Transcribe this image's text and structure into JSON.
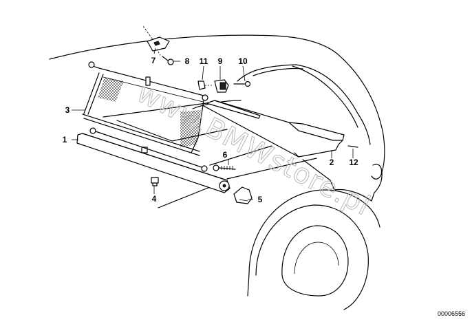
{
  "diagram": {
    "reference_number": "00006556",
    "watermark": "www.BMWstore.pl",
    "callouts": [
      {
        "id": "1",
        "label": "1"
      },
      {
        "id": "2",
        "label": "2"
      },
      {
        "id": "3",
        "label": "3"
      },
      {
        "id": "4",
        "label": "4"
      },
      {
        "id": "5",
        "label": "5"
      },
      {
        "id": "6",
        "label": "6"
      },
      {
        "id": "7",
        "label": "7"
      },
      {
        "id": "8",
        "label": "8"
      },
      {
        "id": "9",
        "label": "9"
      },
      {
        "id": "10",
        "label": "10"
      },
      {
        "id": "11",
        "label": "11"
      },
      {
        "id": "12",
        "label": "12"
      }
    ]
  }
}
